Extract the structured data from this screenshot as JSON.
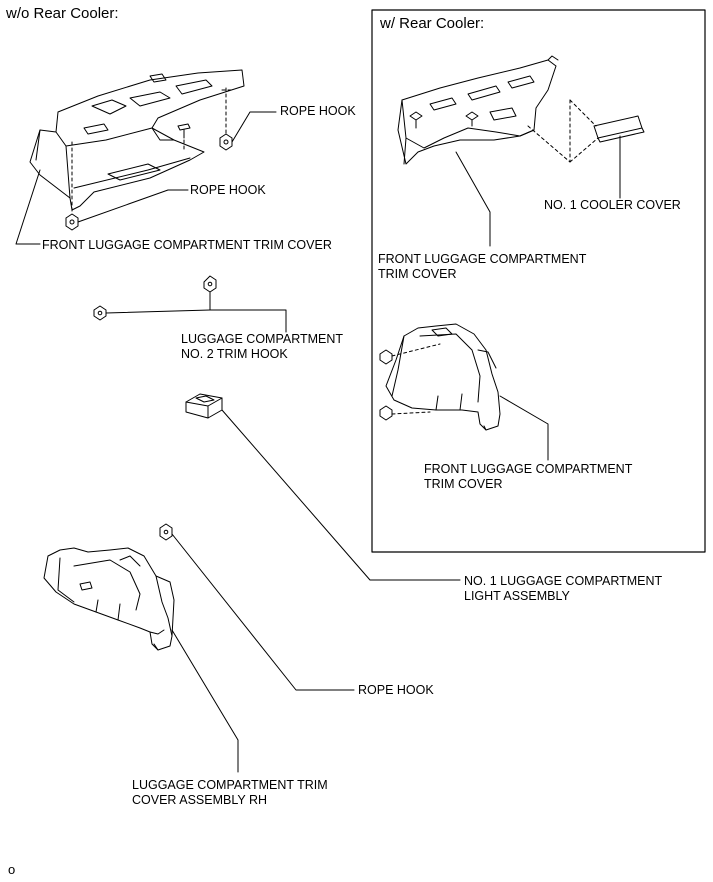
{
  "sections": {
    "without_cooler_heading": "w/o Rear Cooler:",
    "with_cooler_heading": "w/ Rear Cooler:"
  },
  "labels": {
    "rope_hook_top": "ROPE HOOK",
    "rope_hook_mid": "ROPE HOOK",
    "front_trim_cover_main": "FRONT LUGGAGE COMPARTMENT TRIM COVER",
    "trim_hook": "LUGGAGE COMPARTMENT\nNO. 2 TRIM HOOK",
    "light_assembly": "NO. 1 LUGGAGE COMPARTMENT\nLIGHT ASSEMBLY",
    "rope_hook_bottom": "ROPE HOOK",
    "trim_cover_rh": "LUGGAGE COMPARTMENT TRIM\nCOVER ASSEMBLY RH",
    "cooler_cover": "NO. 1 COOLER COVER",
    "front_trim_cover_box_upper": "FRONT LUGGAGE COMPARTMENT\nTRIM COVER",
    "front_trim_cover_box_lower": "FRONT LUGGAGE COMPARTMENT\nTRIM COVER"
  },
  "footer": {
    "corner_mark": "o"
  }
}
